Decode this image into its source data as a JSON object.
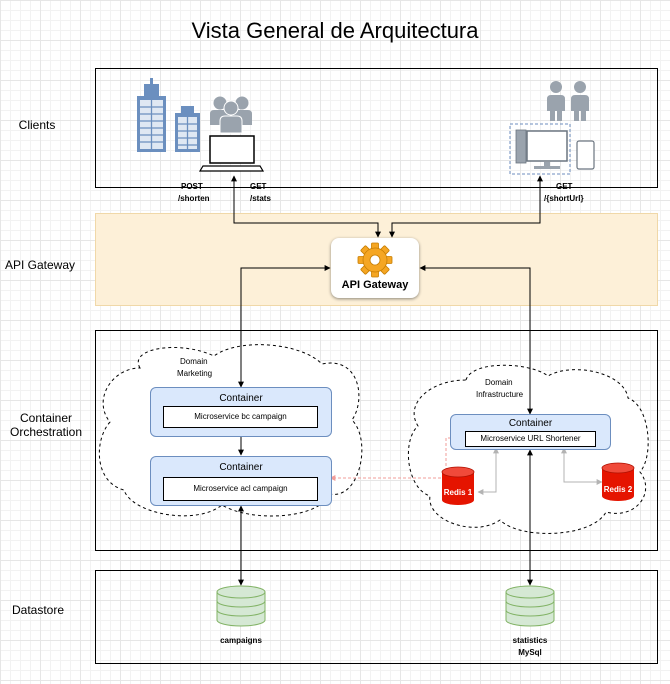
{
  "title": "Vista General de Arquitectura",
  "lanes": {
    "clients": "Clients",
    "api_gateway": "API Gateway",
    "container_orchestration": "Container Orchestration",
    "datastore": "Datastore"
  },
  "client_requests": {
    "post_method": "POST",
    "post_path": "/shorten",
    "get_stats_method": "GET",
    "get_stats_path": "/stats",
    "get_short_method": "GET",
    "get_short_path": "/{shortUrl}"
  },
  "gateway": {
    "label": "API Gateway"
  },
  "domains": {
    "marketing": {
      "line1": "Domain",
      "line2": "Marketing"
    },
    "infrastructure": {
      "line1": "Domain",
      "line2": "Infrastructure"
    }
  },
  "containers": {
    "bc_campaign": {
      "title": "Container",
      "service": "Microservice bc campaign"
    },
    "acl_campaign": {
      "title": "Container",
      "service": "Microservice acl campaign"
    },
    "url_shortener": {
      "title": "Container",
      "service": "Microservice URL Shortener"
    }
  },
  "caches": {
    "redis1": "Redis 1",
    "redis2": "Redis 2"
  },
  "datastores": {
    "campaigns": "campaigns",
    "statistics": "statistics",
    "mysql": "MySql"
  },
  "colors": {
    "gateway_band": "#fdf0d8",
    "container_fill": "#dae8fc",
    "container_border": "#6c8ebf",
    "db_fill": "#d5e8d4",
    "db_border": "#82b366",
    "redis": "#e51400",
    "async_arrow": "#f19c99",
    "cache_arrow": "#b3b3b3",
    "icon_grey": "#9aa3ad",
    "building_blue": "#6b8fbf"
  },
  "icons": [
    "city-buildings-icon",
    "users-icon",
    "laptop-icon",
    "users-icon",
    "desktop-icon",
    "tablet-icon",
    "gear-icon",
    "database-icon"
  ]
}
